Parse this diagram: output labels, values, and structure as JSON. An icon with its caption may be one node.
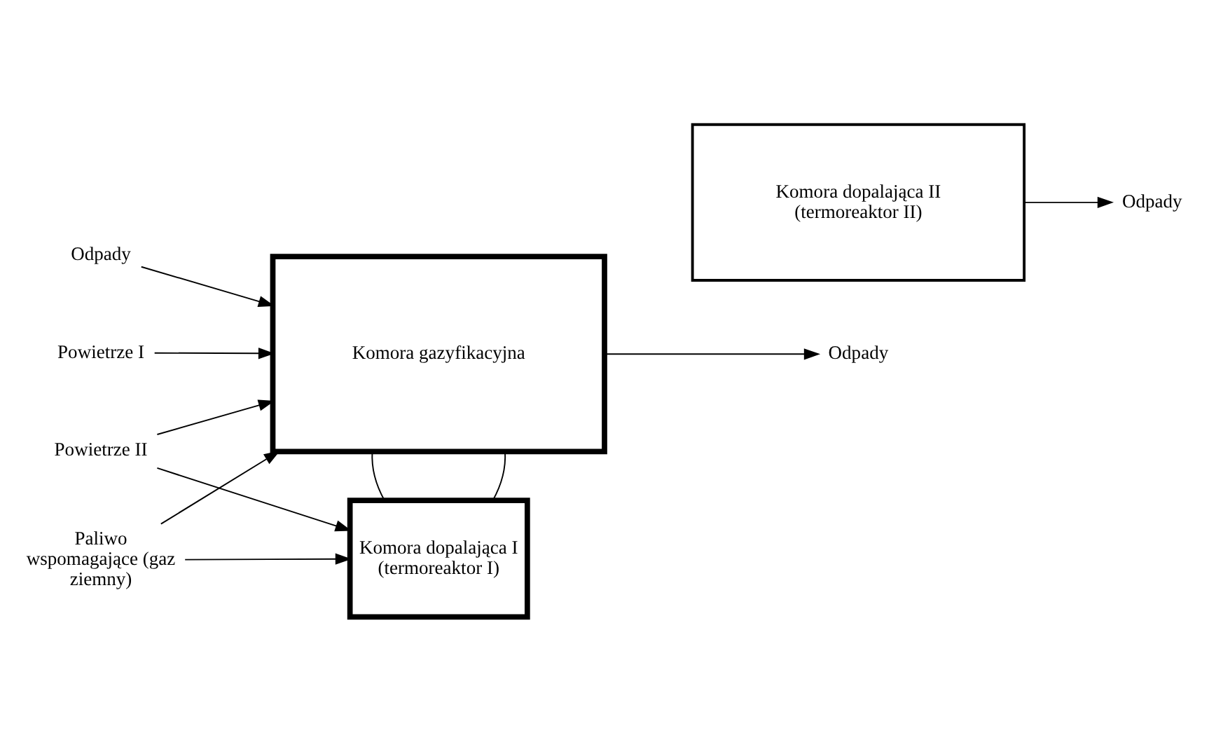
{
  "diagram": {
    "nodes": [
      {
        "text": [
          "Powietrze II"
        ]
      },
      {
        "text": [
          "Paliwo wspomagające (gaz ziemny)"
        ]
      },
      {
        "text": [
          "Odpady"
        ]
      },
      {
        "text": [
          "Powietrze I"
        ]
      },
      {
        "text": [
          "Komora dopalająca I (termoreaktor I)"
        ]
      },
      {
        "text": [
          "Komora dopalająca II (termoreaktor II)"
        ]
      },
      {
        "text": [
          "Komora gazyfikacyjna"
        ]
      },
      {
        "text": [
          "Odpady"
        ]
      },
      {
        "text": [
          "Odpady"
        ]
      }
    ],
    "edges": [
      {
        "from": 0,
        "to": 4,
        "arrow": "to"
      },
      {
        "from": 0,
        "to": 6,
        "arrow": "to"
      },
      {
        "from": 1,
        "to": 4,
        "arrow": "to"
      },
      {
        "from": 1,
        "to": 6,
        "arrow": "to"
      },
      {
        "from": 2,
        "to": 6,
        "arrow": "to"
      },
      {
        "from": 3,
        "to": 6,
        "arrow": "to"
      },
      {
        "from": 6,
        "to": 4,
        "arrow": "none"
      },
      {
        "from": 6,
        "to": 4,
        "arrow": "none"
      },
      {
        "from": 5,
        "to": 7,
        "arrow": "to"
      },
      {
        "from": 6,
        "to": 8,
        "arrow": "to"
      }
    ]
  }
}
